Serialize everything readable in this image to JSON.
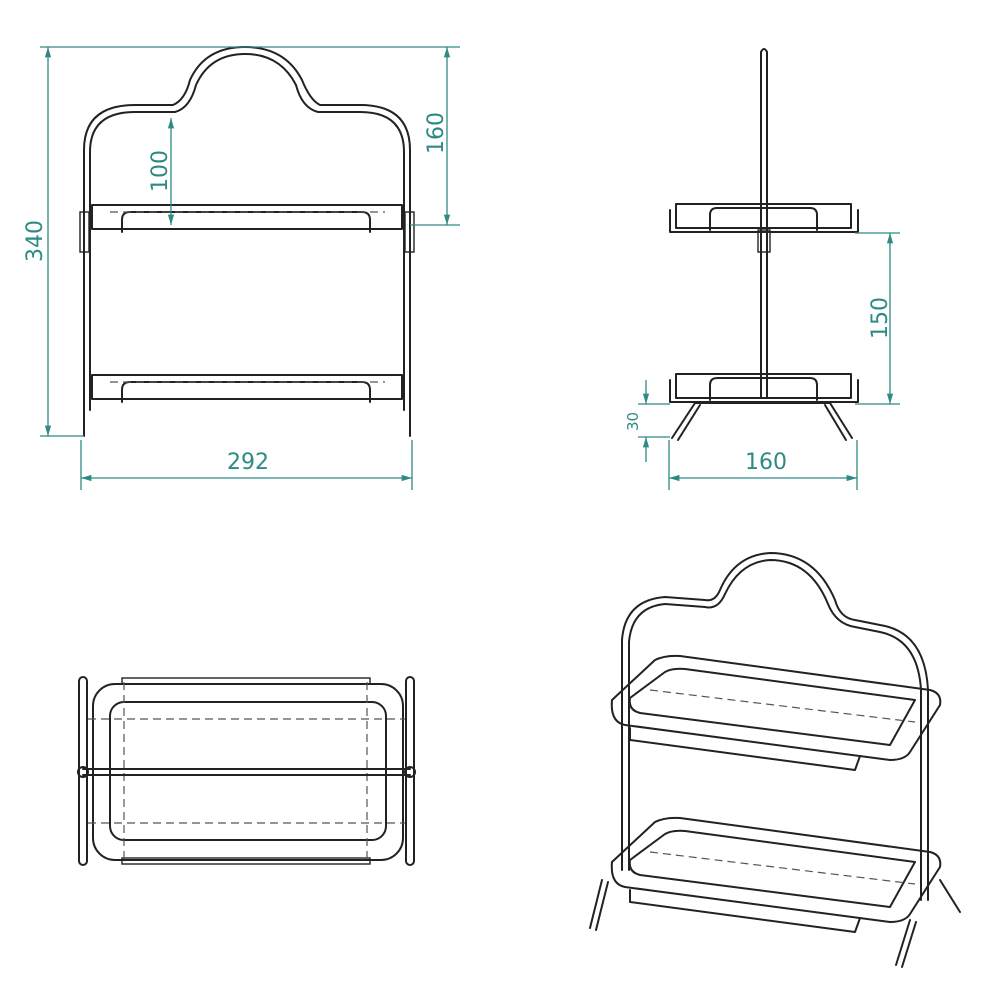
{
  "drawing": {
    "title": "Two-tier tray stand technical drawing",
    "dim_color": "#2e8b84",
    "line_color": "#222222",
    "views": [
      {
        "name": "front-view",
        "dimensions": {
          "overall_height": "340",
          "top_to_shelf": "160",
          "arch_to_shelf": "100",
          "overall_width": "292"
        }
      },
      {
        "name": "side-view",
        "dimensions": {
          "shelf_spacing": "150",
          "leg_height": "30",
          "base_depth": "160"
        }
      },
      {
        "name": "top-view",
        "dimensions": {}
      },
      {
        "name": "isometric-view",
        "dimensions": {}
      }
    ]
  }
}
